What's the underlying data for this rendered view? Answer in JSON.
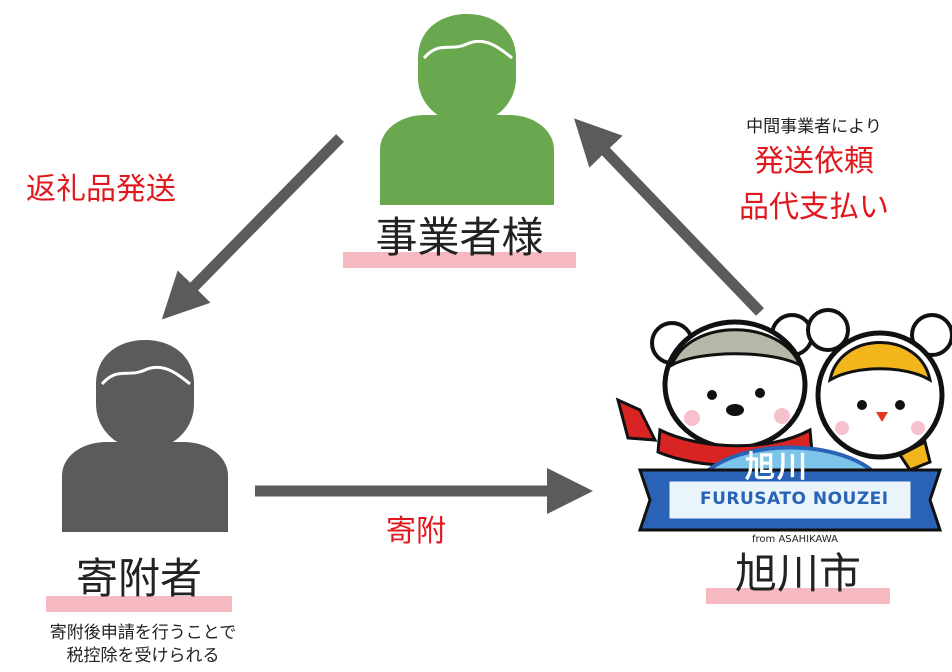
{
  "nodes": {
    "business": {
      "label": "事業者様",
      "color": "#6aa84f"
    },
    "donor": {
      "label": "寄附者",
      "note_line1": "寄附後申請を行うことで",
      "note_line2": "税控除を受けられる",
      "color": "#5b5b5b"
    },
    "city": {
      "label": "旭川市"
    }
  },
  "edges": {
    "shipping": {
      "label": "返礼品発送"
    },
    "donation": {
      "label": "寄附"
    },
    "request": {
      "caption": "中間事業者により",
      "line1": "発送依頼",
      "line2": "品代支払い"
    }
  },
  "logo": {
    "title": "FURUSATO NOUZEI",
    "subtitle": "from ASAHIKAWA",
    "kanji": "旭川"
  },
  "colors": {
    "accent_red": "#e0191f",
    "arrow": "#5b5b5b",
    "highlight": "#f7b9c0",
    "logo_blue": "#2a63b6"
  }
}
